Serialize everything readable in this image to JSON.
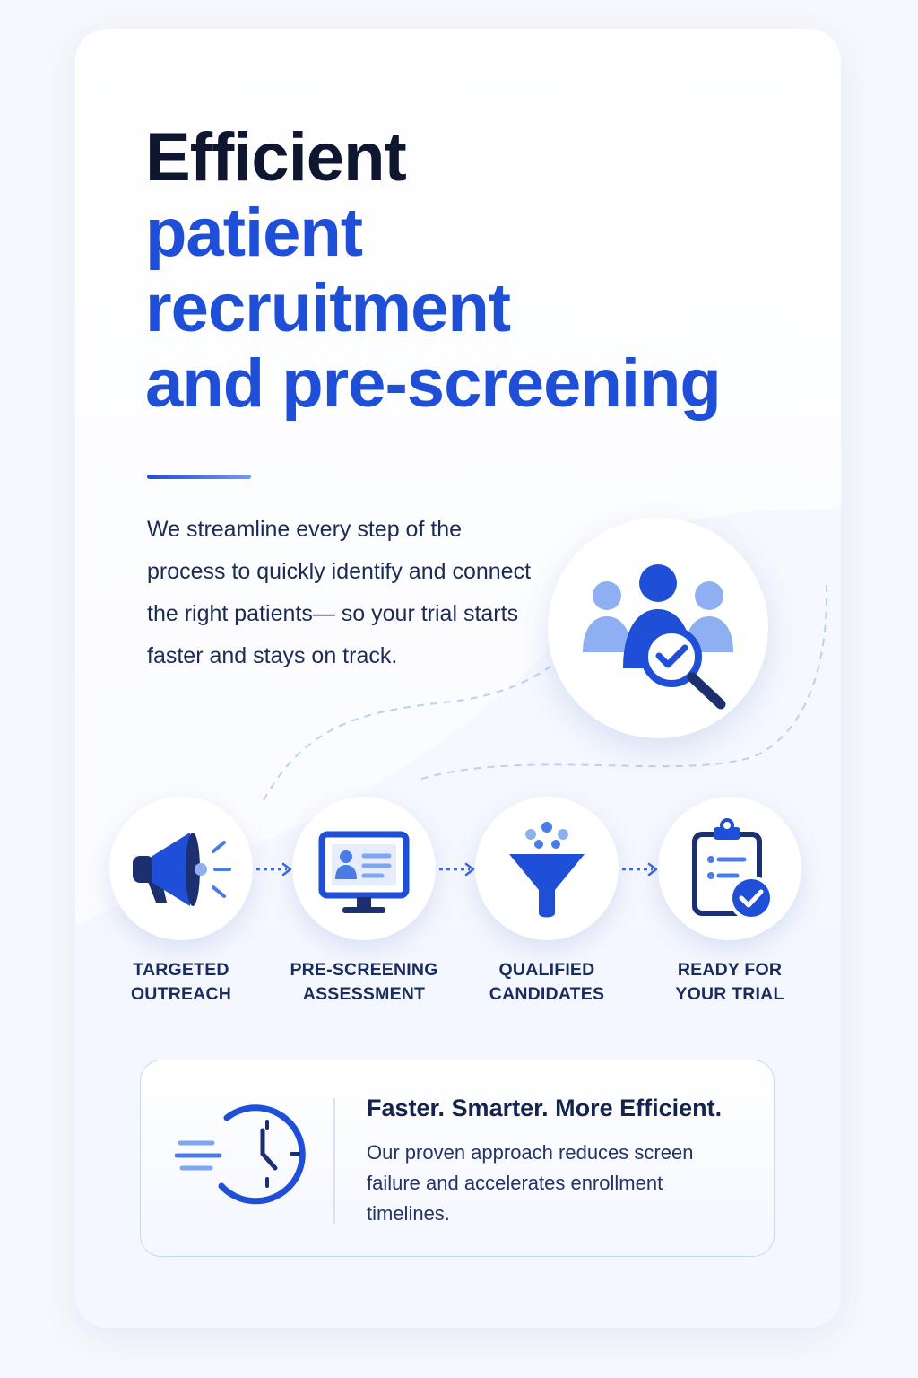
{
  "headline": {
    "line1": "Efficient",
    "line2": "patient",
    "line3": "recruitment",
    "line4": "and pre-screening"
  },
  "intro": "We streamline every step of the process to quickly identify and connect the right patients— so your trial starts faster and stays on track.",
  "hero_icon": "patients-search-check-icon",
  "steps": [
    {
      "label": "TARGETED\nOUTREACH",
      "icon": "megaphone-icon"
    },
    {
      "label": "PRE-SCREENING\nASSESSMENT",
      "icon": "monitor-profile-icon"
    },
    {
      "label": "QUALIFIED\nCANDIDATES",
      "icon": "funnel-icon"
    },
    {
      "label": "READY FOR\nYOUR TRIAL",
      "icon": "clipboard-check-icon"
    }
  ],
  "callout": {
    "title": "Faster. Smarter. More Efficient.",
    "text": "Our proven approach reduces screen failure and accelerates enrollment timelines.",
    "icon": "fast-clock-icon"
  },
  "colors": {
    "primary": "#1f4fd6",
    "navy": "#0e1630",
    "light_blue": "#7fa6f2"
  }
}
